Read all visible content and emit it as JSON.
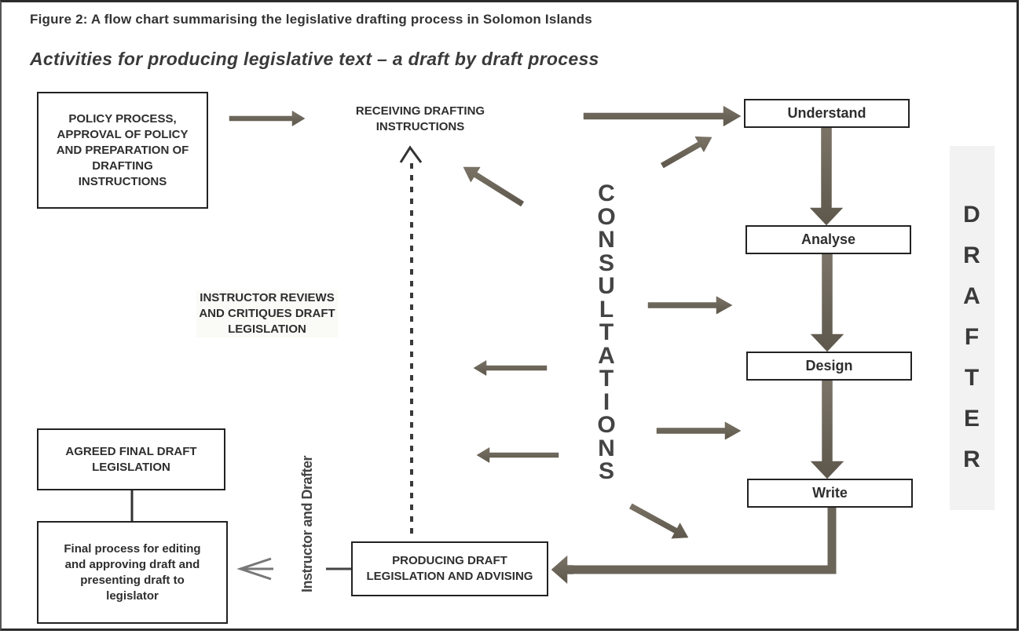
{
  "figure": {
    "title": "Figure 2: A flow chart summarising the legislative drafting process in Solomon Islands",
    "subtitle": "Activities for producing legislative text – a draft by draft process"
  },
  "nodes": {
    "policy_process": "POLICY PROCESS, APPROVAL OF POLICY AND PREPARATION OF DRAFTING INSTRUCTIONS",
    "receiving_instructions": "RECEIVING DRAFTING INSTRUCTIONS",
    "understand": "Understand",
    "analyse": "Analyse",
    "design": "Design",
    "write": "Write",
    "producing_draft": "PRODUCING DRAFT LEGISLATION AND ADVISING",
    "instructor_reviews": "INSTRUCTOR REVIEWS AND CRITIQUES DRAFT LEGISLATION",
    "agreed_final": "AGREED FINAL DRAFT LEGISLATION",
    "final_process": "Final process for editing and approving draft and presenting draft to legislator"
  },
  "labels": {
    "consultations": [
      "C",
      "O",
      "N",
      "S",
      "U",
      "L",
      "T",
      "A",
      "T",
      "I",
      "O",
      "N",
      "S"
    ],
    "drafter": [
      "D",
      "R",
      "A",
      "F",
      "T",
      "E",
      "R"
    ],
    "instructor_and_drafter": "Instructor and Drafter"
  },
  "edges": [
    {
      "from": "policy_process",
      "to": "receiving_instructions",
      "style": "solid"
    },
    {
      "from": "receiving_instructions",
      "to": "understand",
      "style": "solid"
    },
    {
      "from": "understand",
      "to": "analyse",
      "style": "solid"
    },
    {
      "from": "analyse",
      "to": "design",
      "style": "solid"
    },
    {
      "from": "design",
      "to": "write",
      "style": "solid"
    },
    {
      "from": "write",
      "to": "producing_draft",
      "style": "solid"
    },
    {
      "from": "producing_draft",
      "to": "receiving_instructions",
      "style": "dashed"
    },
    {
      "from": "producing_draft",
      "to": "final_process",
      "style": "open-arrow",
      "label": "Instructor and Drafter"
    },
    {
      "from": "agreed_final",
      "to": "final_process",
      "style": "line"
    },
    {
      "from": "consultations",
      "to": "understand",
      "style": "solid"
    },
    {
      "from": "consultations",
      "to": "receiving_instructions",
      "style": "solid"
    },
    {
      "from": "consultations",
      "to": "design",
      "style": "solid"
    },
    {
      "from": "consultations",
      "to": "instructor_reviews",
      "style": "solid"
    },
    {
      "from": "consultations",
      "to": "write",
      "style": "solid"
    },
    {
      "from": "consultations",
      "to": "instructor_reviews",
      "style": "solid"
    },
    {
      "from": "consultations",
      "to": "producing_draft",
      "style": "solid"
    }
  ],
  "colors": {
    "arrow": "#6b6458",
    "box_border": "#222222",
    "text": "#2e2e2e",
    "drafter_band": "#f2f2f2"
  }
}
